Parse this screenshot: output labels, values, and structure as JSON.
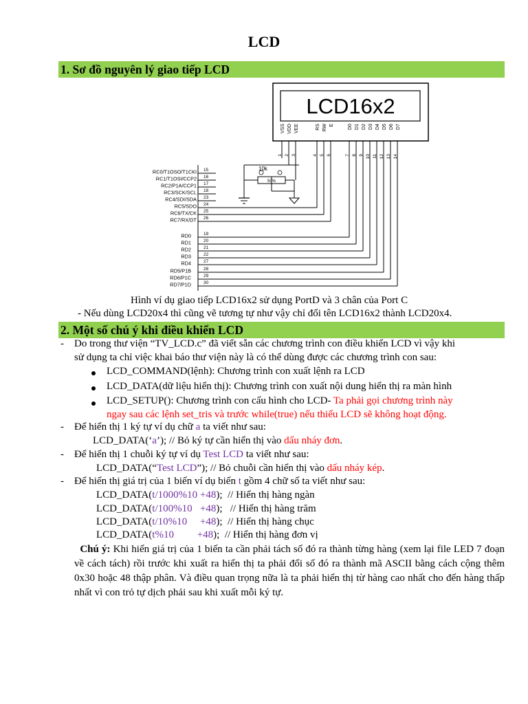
{
  "doc_title": "LCD",
  "section1": {
    "heading": "1. Sơ đồ nguyên lý giao tiếp LCD"
  },
  "diagram": {
    "lcd_label": "LCD16x2",
    "lcd_pin_names": [
      "VSS",
      "VDD",
      "VEE",
      "RS",
      "RW",
      "E",
      "D0",
      "D1",
      "D2",
      "D3",
      "D4",
      "D5",
      "D6",
      "D7"
    ],
    "lcd_pin_numbers": [
      "1",
      "2",
      "3",
      "4",
      "5",
      "6",
      "7",
      "8",
      "9",
      "10",
      "11",
      "12",
      "13",
      "14"
    ],
    "portc_labels": [
      "RC0/T1OSO/T1CKI",
      "RC1/T1OSI/CCP2",
      "RC2/P1A/CCP1",
      "RC3/SCK/SCL",
      "RC4/SDI/SDA",
      "RC5/SDO",
      "RC6/TX/CK",
      "RC7/RX/DT"
    ],
    "portc_pins": [
      "15",
      "16",
      "17",
      "18",
      "23",
      "24",
      "25",
      "26"
    ],
    "portd_labels": [
      "RD0",
      "RD1",
      "RD2",
      "RD3",
      "RD4",
      "RD5/P1B",
      "RD6/P1C",
      "RD7/P1D"
    ],
    "portd_pins": [
      "19",
      "20",
      "21",
      "22",
      "27",
      "28",
      "29",
      "30"
    ],
    "pot_value": "10k",
    "pot_setting": "50%"
  },
  "caption": "Hình ví dụ giao tiếp LCD16x2 sử dụng PortD và 3 chân của Port C",
  "note1": "-    Nếu dùng LCD20x4 thì cũng vẽ tương tự như vậy chỉ đổi tên LCD16x2 thành LCD20x4.",
  "section2": {
    "heading": "2. Một số chú ý khi điều khiển LCD"
  },
  "p1": {
    "l1": "Do trong thư viện “TV_LCD.c” đã viết sẵn các chương trình con điều khiển LCD vì vậy khi",
    "l2": "sử dụng ta chỉ việc khai báo thư viện này là có thể dùng được các chương trình con sau:"
  },
  "bullets": {
    "b1": "LCD_COMMAND(lệnh): Chương trình con xuất lệnh ra LCD",
    "b2": "LCD_DATA(dữ liệu hiển thị): Chương trình con xuất nội dung hiển thị ra màn hình",
    "b3_black": "LCD_SETUP(): Chương trình con cấu hình cho LCD- ",
    "b3_red1": "Ta phải gọi chương trình này",
    "b3_red2": "ngay sau các lệnh set_tris và trước while(true) nếu thiếu LCD sẽ không hoạt động."
  },
  "ex1": {
    "intro_a": "Để hiển thị 1 ký tự ví dụ chữ ",
    "intro_char": "a",
    "intro_b": " ta viết như sau:",
    "code": "LCD_DATA(‘",
    "code_char": "a",
    "code_end": "’);  // Bỏ ký tự cần hiển thị vào ",
    "code_red": "dấu nháy đơn",
    "code_tail": "."
  },
  "ex2": {
    "intro_a": "Để hiển thị 1 chuỗi ký tự ví dụ ",
    "intro_str": "Test LCD",
    "intro_b": " ta viết như sau:",
    "code": "LCD_DATA(“",
    "code_str": "Test LCD",
    "code_end": "”);  // Bỏ chuỗi cần hiển thị vào ",
    "code_red": "dấu nháy kép",
    "code_tail": "."
  },
  "ex3": {
    "intro_a": "Để hiển thị giá trị của 1 biến ví dụ biến ",
    "intro_var": "t",
    "intro_b": " gồm 4 chữ số ta viết như sau:",
    "lines": [
      {
        "pre": "LCD_DATA(",
        "var": "t/1000%10 +48",
        "post": ");  // Hiển thị hàng ngàn"
      },
      {
        "pre": "LCD_DATA(",
        "var": "t/100%10   +48",
        "post": ");   // Hiển thị hàng trăm"
      },
      {
        "pre": "LCD_DATA(",
        "var": "t/10%10     +48",
        "post": ");  // Hiển thị hàng chục"
      },
      {
        "pre": "LCD_DATA(",
        "var": "t%10         +48",
        "post": ");  // Hiển thị hàng đơn vị"
      }
    ]
  },
  "note2": {
    "label": "Chú ý:",
    "text": " Khi hiển giá trị của 1 biến ta cần phải tách số đó ra thành từng hàng (xem lại file LED 7 đoạn về cách tách) rồi trước khi xuất ra hiển thị ta phải đổi số đó ra thành mã ASCII bằng cách cộng thêm 0x30 hoặc 48 thập phân. Và điều quan trọng nữa là ta phải hiển thị từ hàng cao nhất cho đến hàng thấp nhất vì con trỏ tự dịch phải sau khi xuất mỗi ký tự."
  }
}
